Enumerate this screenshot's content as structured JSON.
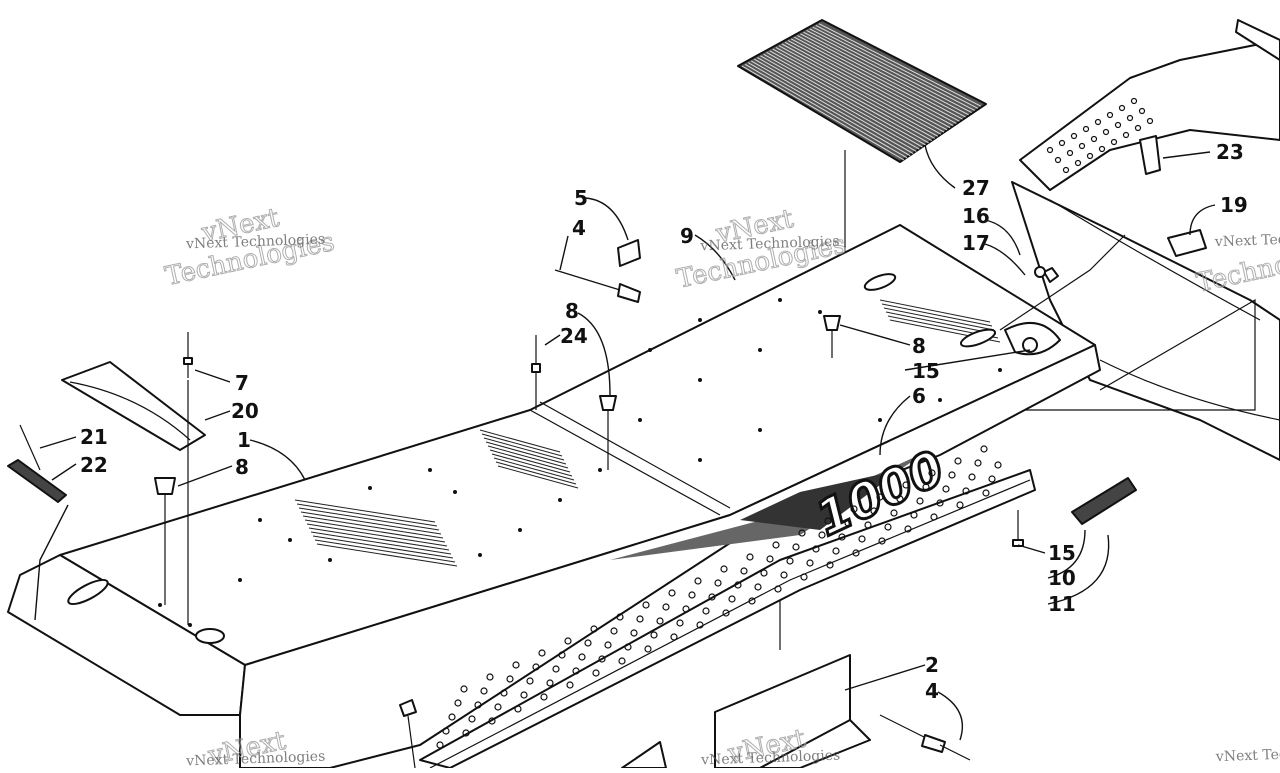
{
  "colors": {
    "ink": "#111111",
    "paper": "#ffffff",
    "watermark": "#9a9a9a"
  },
  "watermark": {
    "small": "vNext Technologies",
    "big_top": "vNext",
    "big_bottom": "Technologies"
  },
  "emblem": "1000",
  "callouts": [
    {
      "id": "c1",
      "label": "1"
    },
    {
      "id": "c2",
      "label": "2"
    },
    {
      "id": "c4a",
      "label": "4"
    },
    {
      "id": "c4b",
      "label": "4"
    },
    {
      "id": "c5",
      "label": "5"
    },
    {
      "id": "c6",
      "label": "6"
    },
    {
      "id": "c7",
      "label": "7"
    },
    {
      "id": "c8a",
      "label": "8"
    },
    {
      "id": "c8b",
      "label": "8"
    },
    {
      "id": "c8c",
      "label": "8"
    },
    {
      "id": "c9",
      "label": "9"
    },
    {
      "id": "c10",
      "label": "10"
    },
    {
      "id": "c11",
      "label": "11"
    },
    {
      "id": "c15a",
      "label": "15"
    },
    {
      "id": "c15b",
      "label": "15"
    },
    {
      "id": "c16",
      "label": "16"
    },
    {
      "id": "c17",
      "label": "17"
    },
    {
      "id": "c19",
      "label": "19"
    },
    {
      "id": "c20",
      "label": "20"
    },
    {
      "id": "c21",
      "label": "21"
    },
    {
      "id": "c22",
      "label": "22"
    },
    {
      "id": "c23",
      "label": "23"
    },
    {
      "id": "c24",
      "label": "24"
    },
    {
      "id": "c27",
      "label": "27"
    }
  ]
}
